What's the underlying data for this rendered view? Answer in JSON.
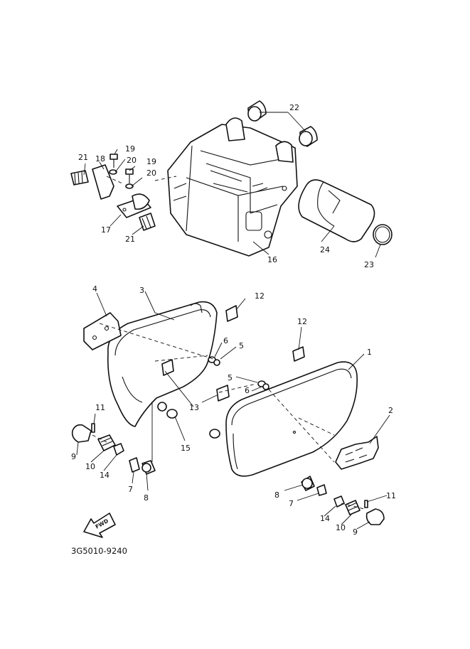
{
  "diagram_code": "3G5010-9240",
  "fwd_label": "FWD",
  "callouts": {
    "c1": "1",
    "c2": "2",
    "c3": "3",
    "c4": "4",
    "c5a": "5",
    "c5b": "5",
    "c6a": "6",
    "c6b": "6",
    "c7a": "7",
    "c7b": "7",
    "c8a": "8",
    "c8b": "8",
    "c9a": "9",
    "c9b": "9",
    "c10a": "10",
    "c10b": "10",
    "c11a": "11",
    "c11b": "11",
    "c12a": "12",
    "c12b": "12",
    "c13": "13",
    "c14a": "14",
    "c14b": "14",
    "c15": "15",
    "c16": "16",
    "c17": "17",
    "c18": "18",
    "c19a": "19",
    "c19b": "19",
    "c20a": "20",
    "c20b": "20",
    "c21a": "21",
    "c21b": "21",
    "c22": "22",
    "c23": "23",
    "c24": "24"
  }
}
